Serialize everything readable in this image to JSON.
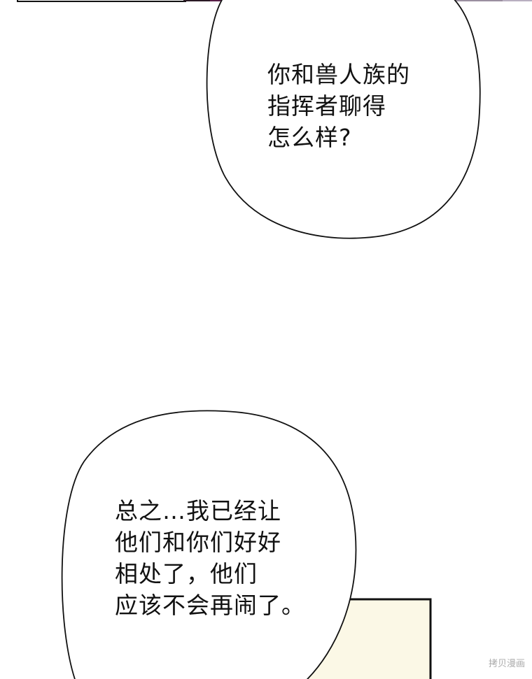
{
  "bubbles": [
    {
      "lines": [
        "你和兽人族的",
        "指挥者聊得",
        "怎么样?"
      ]
    },
    {
      "lines": [
        "总之…我已经让",
        "他们和你们好好",
        "相处了，他们",
        "应该不会再闹了。"
      ]
    }
  ],
  "watermark": "拷贝漫画",
  "colors": {
    "panel_fill": "#fbf8e6",
    "outline": "#111111",
    "top_panel_dark": "#3a2030",
    "top_panel_right": "#9a8fa0"
  }
}
